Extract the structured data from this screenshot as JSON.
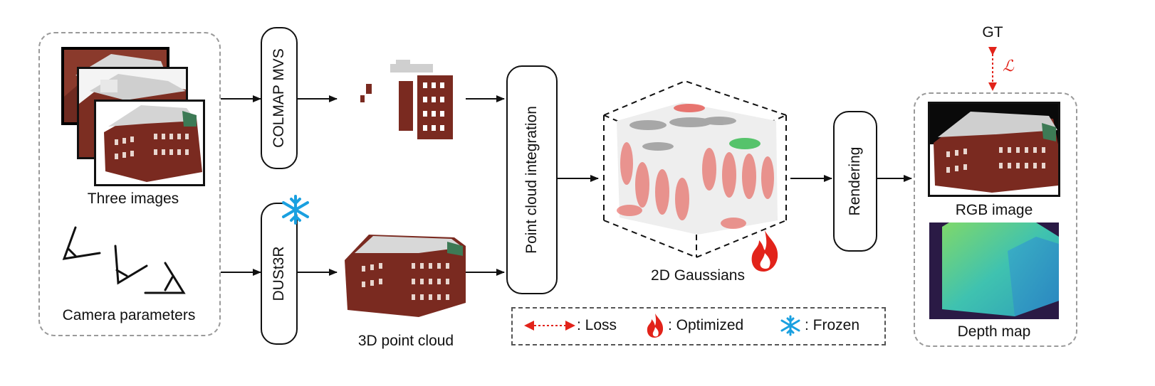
{
  "inputs": {
    "images_label": "Three images",
    "camera_label": "Camera parameters"
  },
  "stages": {
    "colmap": "COLMAP MVS",
    "dust3r": "DUSt3R",
    "integration": "Point cloud integration",
    "rendering": "Rendering"
  },
  "outputs": {
    "point_cloud_label": "3D point cloud",
    "gaussians_label": "2D Gaussians",
    "rgb_label": "RGB image",
    "depth_label": "Depth map",
    "gt_label": "GT",
    "loss_symbol": "ℒ"
  },
  "legend": {
    "loss": ": Loss",
    "optimized": ": Optimized",
    "frozen": ": Frozen"
  },
  "colors": {
    "loss_red": "#e2231a",
    "frozen_blue": "#1aa0e0",
    "brick": "#7a2a20",
    "depth_dark": "#2a1a45",
    "depth_teal": "#3fc2b0"
  }
}
